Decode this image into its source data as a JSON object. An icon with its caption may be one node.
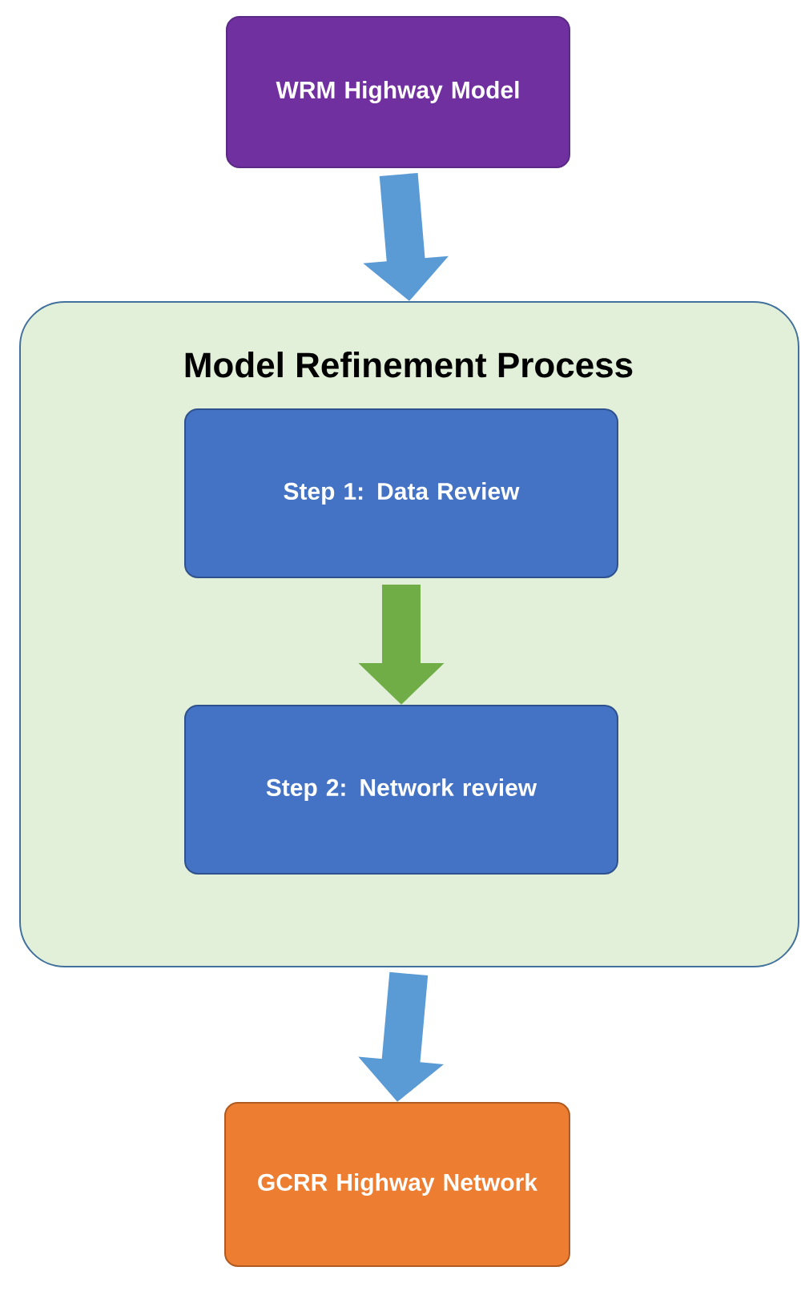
{
  "diagram": {
    "nodes": [
      {
        "text": [
          "WRM Highway Model"
        ]
      },
      {
        "text": [
          "Model Refinement Process"
        ]
      },
      {
        "text": [
          "Step 1: Data Review"
        ],
        "in": 1
      },
      {
        "text": [
          "Step 2: Network review"
        ],
        "in": 1
      },
      {
        "text": [
          "GCRR Highway Network"
        ]
      }
    ],
    "edges": [
      {
        "from": 0,
        "to": 1,
        "arrow": "to"
      },
      {
        "from": 2,
        "to": 3,
        "arrow": "to",
        "color": "#70ad47"
      },
      {
        "from": 1,
        "to": 4,
        "arrow": "to"
      }
    ]
  }
}
